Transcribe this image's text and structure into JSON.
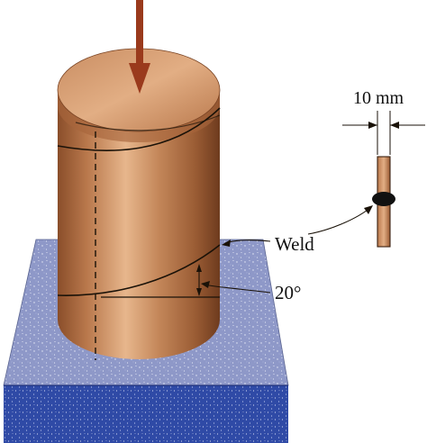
{
  "labels": {
    "dimension": "10 mm",
    "weld": "Weld",
    "angle": "20°"
  },
  "colors": {
    "copper_light": "#e6b48a",
    "copper_mid": "#b9784c",
    "copper_dark": "#7a4424",
    "arrow": "#9a3a1c",
    "base_top": "#8e98c8",
    "base_front": "#2f4aa6",
    "weld_bead": "#111111"
  },
  "icons": {
    "load_arrow": "down-arrow",
    "weld_bead": "weld-bead"
  }
}
